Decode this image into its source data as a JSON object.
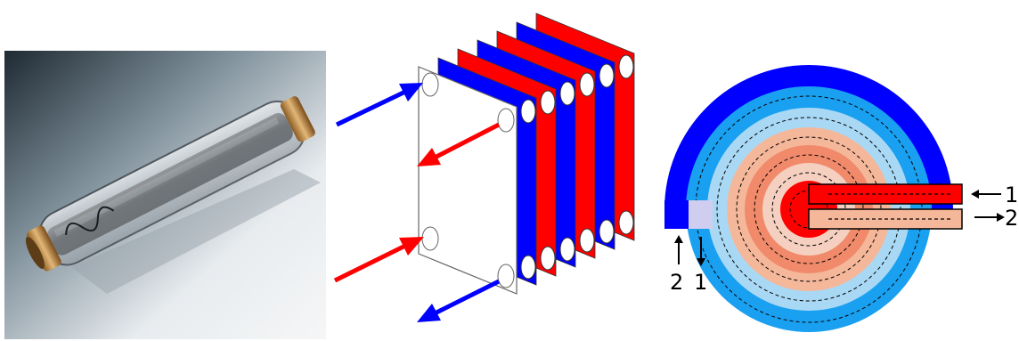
{
  "panels": [
    {
      "id": "tube-heat-exchanger",
      "kind": "rendered-photo"
    },
    {
      "id": "plate-heat-exchanger",
      "kind": "schematic"
    },
    {
      "id": "spiral-heat-exchanger",
      "kind": "schematic"
    }
  ],
  "spiral_labels": {
    "right_in": "1",
    "right_out": "2",
    "bottom_up": "2",
    "bottom_down": "1"
  },
  "colors": {
    "hot": "#ff0000",
    "cold": "#0000ff",
    "hot_light": "#f5b79a",
    "cold_light": "#a9d8f5",
    "neutral_light": "#cfcdf0",
    "brass": "#c99b5d",
    "glass": "#d9dde0"
  }
}
